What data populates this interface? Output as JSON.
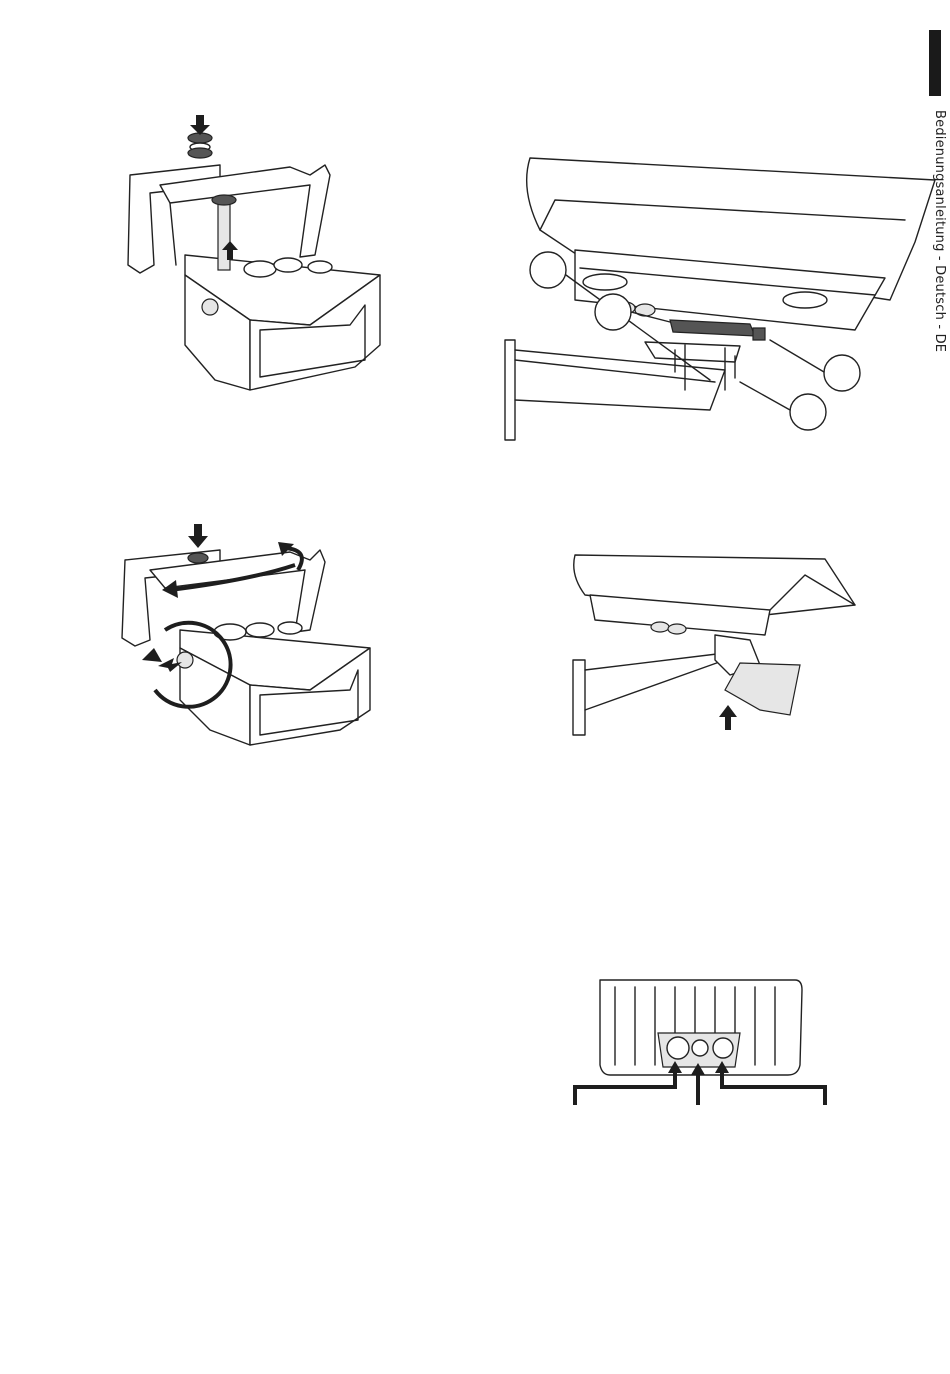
{
  "side_label": "Bedienungsanleitung - Deutsch - DE",
  "figures": [
    {
      "id": "bracket-bolt-assembly",
      "icon": "bracket-bolt-insert-illustration"
    },
    {
      "id": "housing-bracket-exploded",
      "icon": "housing-bracket-exploded-illustration"
    },
    {
      "id": "bracket-rotate-tighten",
      "icon": "bracket-rotate-illustration"
    },
    {
      "id": "housing-mounted-cover",
      "icon": "housing-mounted-cover-illustration"
    },
    {
      "id": "housing-rear-connectors",
      "icon": "housing-rear-glands-illustration"
    }
  ],
  "callouts": [
    "",
    "",
    "",
    "",
    ""
  ],
  "colors": {
    "ink": "#222222",
    "tab": "#1a1a1a",
    "shade": "#e6e6e6",
    "arrow": "#1e1e1e"
  }
}
